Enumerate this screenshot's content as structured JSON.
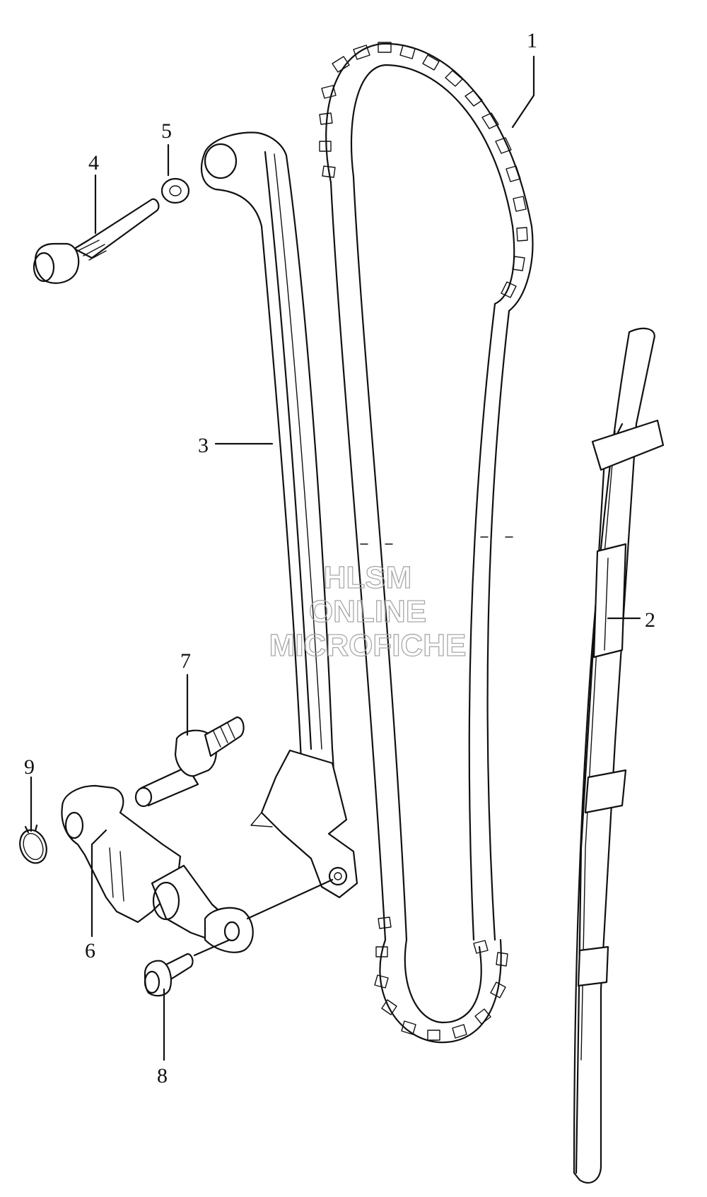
{
  "callouts": [
    {
      "id": "1",
      "label": "1"
    },
    {
      "id": "2",
      "label": "2"
    },
    {
      "id": "3",
      "label": "3"
    },
    {
      "id": "4",
      "label": "4"
    },
    {
      "id": "5",
      "label": "5"
    },
    {
      "id": "6",
      "label": "6"
    },
    {
      "id": "7",
      "label": "7"
    },
    {
      "id": "8",
      "label": "8"
    },
    {
      "id": "9",
      "label": "9"
    }
  ],
  "watermark": {
    "line1": "HLSM",
    "line2": "ONLINE",
    "line3": "MICROFICHE"
  }
}
